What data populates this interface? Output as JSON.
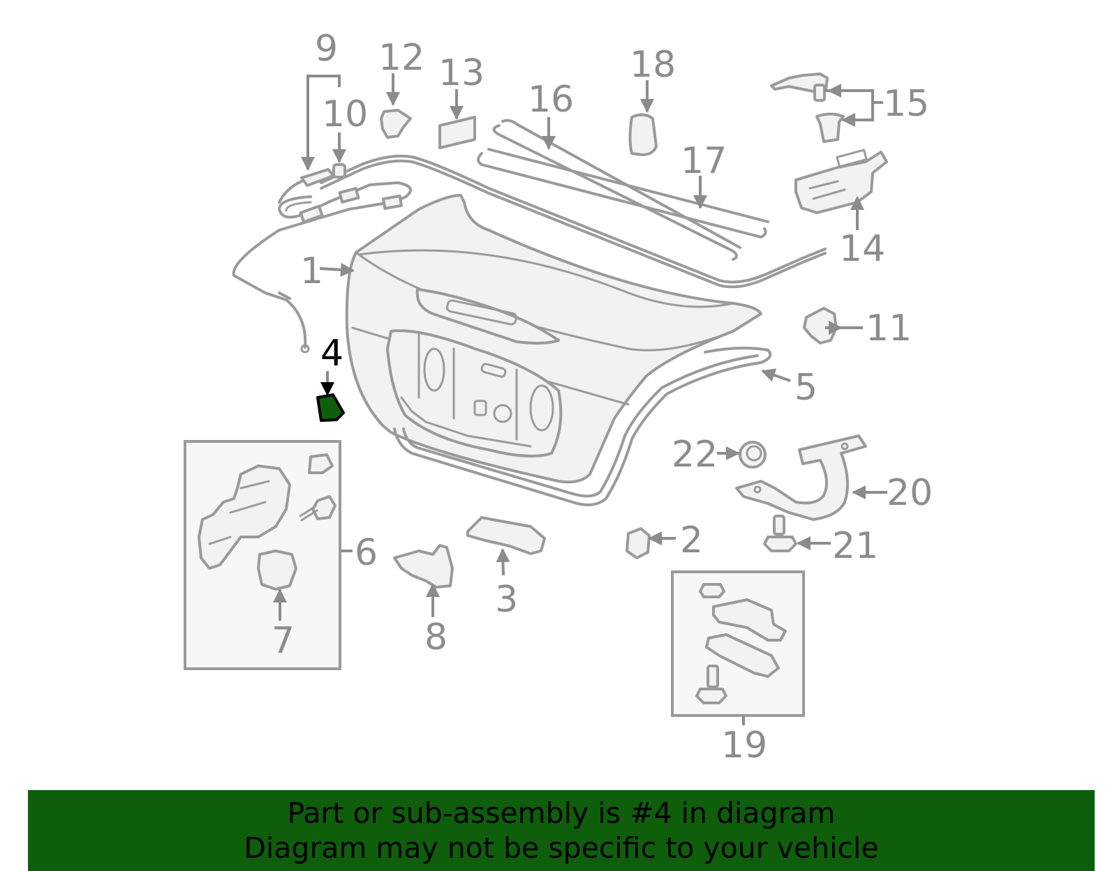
{
  "highlight_color": "#0e5e0c",
  "highlighted_part": "4",
  "labels": {
    "p1": "1",
    "p2": "2",
    "p3": "3",
    "p4": "4",
    "p5": "5",
    "p6": "6",
    "p7": "7",
    "p8": "8",
    "p9": "9",
    "p10": "10",
    "p11": "11",
    "p12": "12",
    "p13": "13",
    "p14": "14",
    "p15": "15",
    "p16": "16",
    "p17": "17",
    "p18": "18",
    "p19": "19",
    "p20": "20",
    "p21": "21",
    "p22": "22"
  },
  "footer": {
    "line1": "Part or sub-assembly is #4 in diagram",
    "line2": "Diagram may not be specific to your vehicle"
  }
}
